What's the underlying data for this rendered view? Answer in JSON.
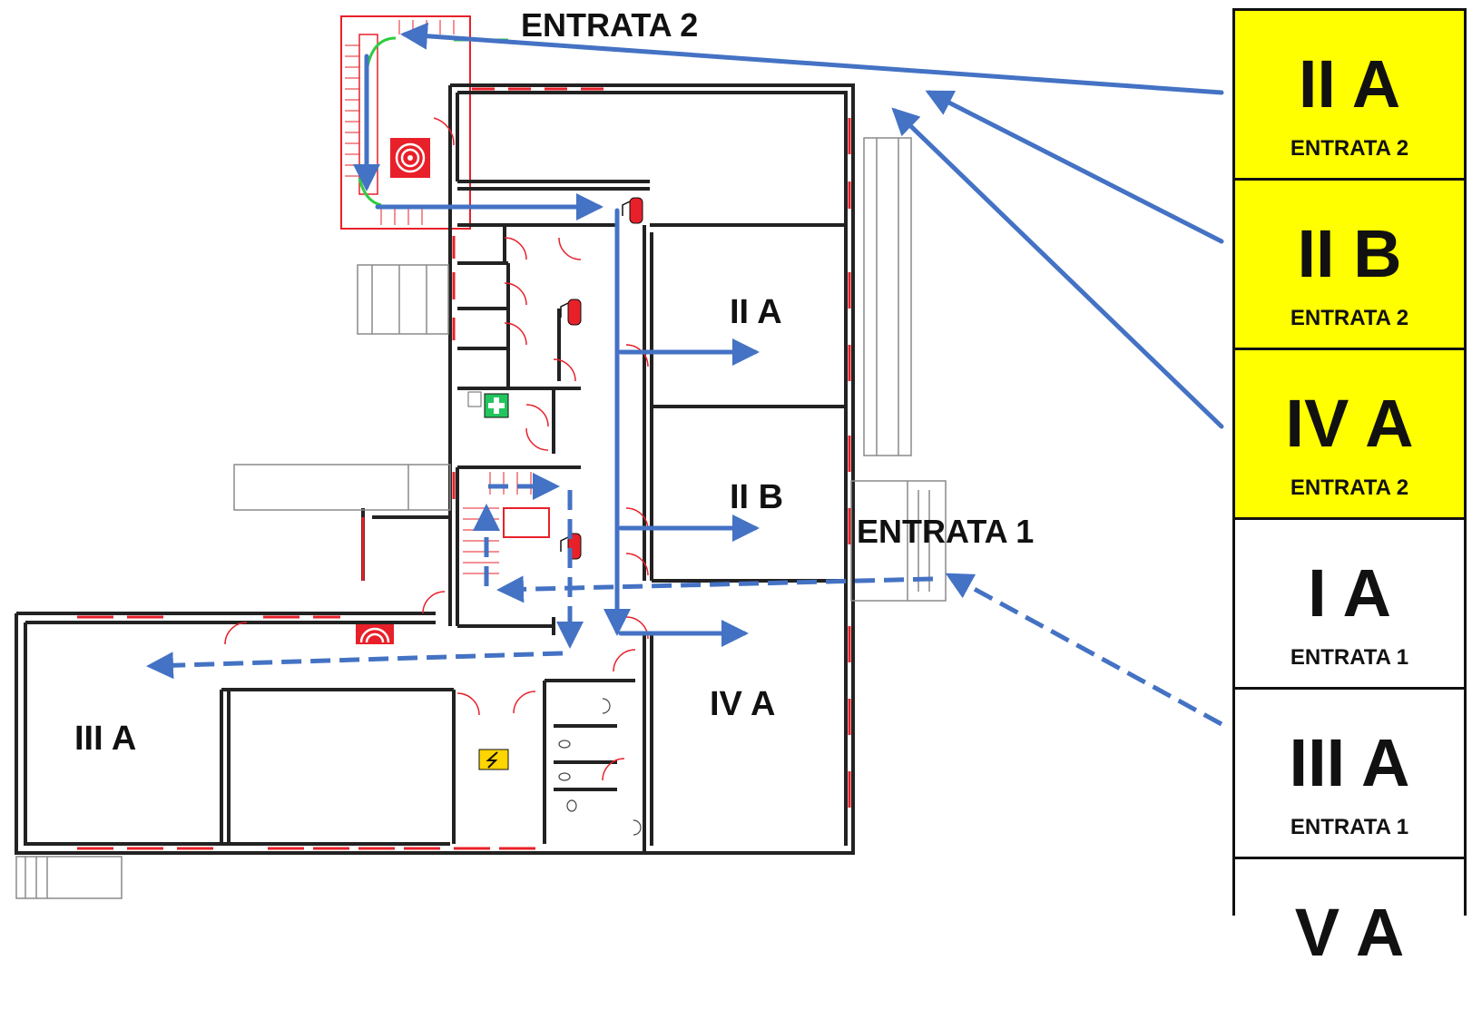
{
  "entrances": {
    "entrance_2": "ENTRATA 2",
    "entrance_1": "ENTRATA 1"
  },
  "rooms": {
    "room_2a": "II A",
    "room_2b": "II B",
    "room_4a": "IV A",
    "room_3a": "III A"
  },
  "legend": [
    {
      "class": "II A",
      "entrance": "ENTRATA 2",
      "color": "#ffff00"
    },
    {
      "class": "II B",
      "entrance": "ENTRATA 2",
      "color": "#ffff00"
    },
    {
      "class": "IV A",
      "entrance": "ENTRATA 2",
      "color": "#ffff00"
    },
    {
      "class": "I A",
      "entrance": "ENTRATA 1",
      "color": "#ffffff"
    },
    {
      "class": "III A",
      "entrance": "ENTRATA 1",
      "color": "#ffffff"
    },
    {
      "class": "V A",
      "entrance": "",
      "color": "#ffffff"
    }
  ],
  "colors": {
    "route_arrow": "#4472c4",
    "wall": "#222222",
    "wall_accent": "#e8202a",
    "highlight": "#ffff00",
    "green_path": "#2ecc40"
  },
  "icons": [
    "fire-hose-icon",
    "fire-extinguisher-icon",
    "first-aid-icon",
    "electrical-hazard-icon"
  ]
}
